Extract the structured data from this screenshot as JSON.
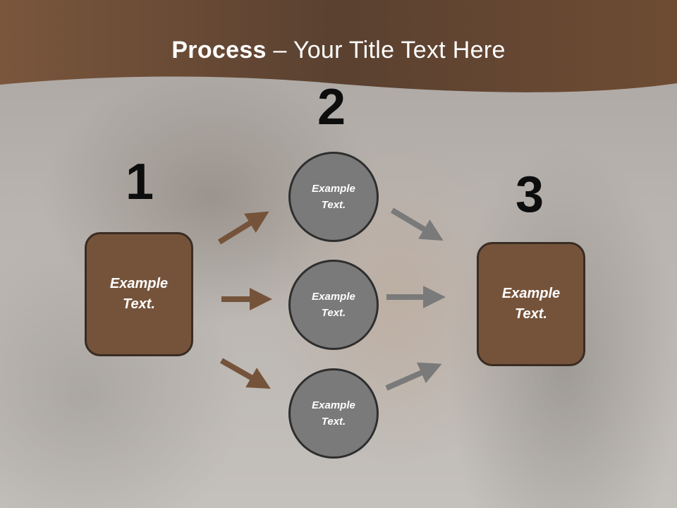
{
  "title": {
    "bold": "Process",
    "rest": " – Your Title Text Here"
  },
  "numbers": {
    "one": "1",
    "two": "2",
    "three": "3"
  },
  "boxes": {
    "left": "Example Text.",
    "right": "Example Text."
  },
  "circles": [
    "Example Text.",
    "Example Text.",
    "Example Text."
  ],
  "colors": {
    "brown": "#75533a",
    "gray": "#7a7a7a",
    "banner": "#6b4a32"
  }
}
